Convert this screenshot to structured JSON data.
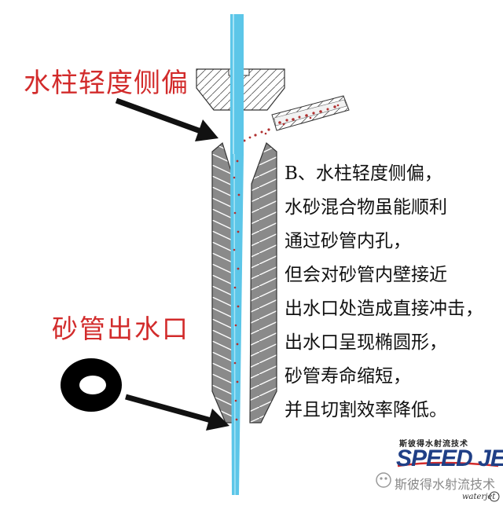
{
  "labels": {
    "column_deflect": "水柱轻度侧偏",
    "tube_outlet": "砂管出水口"
  },
  "description": {
    "lines": [
      "B、水柱轻度侧偏，",
      "水砂混合物虽能顺利",
      "通过砂管内孔，",
      "但会对砂管内壁接近",
      "出水口处造成直接冲击，",
      "出水口呈现椭圆形，",
      "砂管寿命缩短，",
      "并且切割效率降低。"
    ]
  },
  "branding": {
    "subtitle": "斯彼得水射流技术",
    "logo": "SPEED JET",
    "watermark": "斯彼得水射流技术",
    "watermark_small": "waterjet"
  },
  "colors": {
    "label_red": "#d22b2b",
    "water_blue": "#5cc6e8",
    "tube_gray": "#8f8f8f",
    "brand_blue": "#1f3f86",
    "abrasive_red": "#b03030"
  }
}
